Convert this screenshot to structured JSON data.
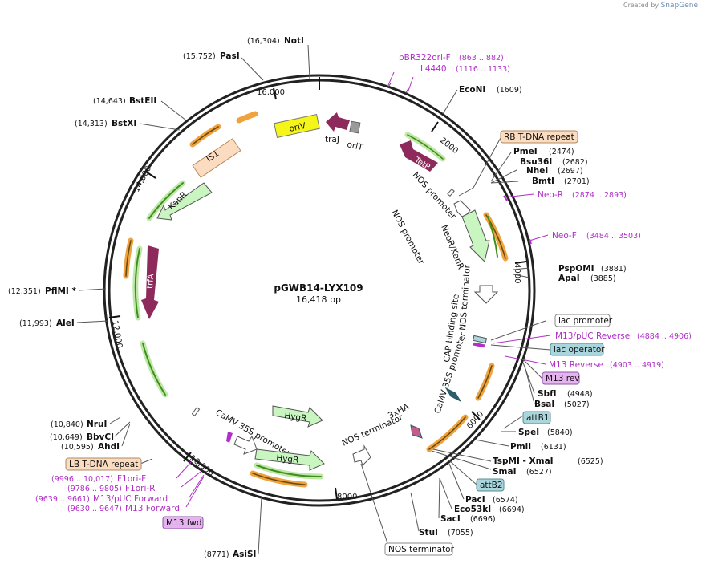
{
  "credit": {
    "prefix": "Created by",
    "brand": "SnapGene"
  },
  "plasmid": {
    "name": "pGWB14-LYX109",
    "size": "16,418 bp"
  },
  "ticks": [
    "16,000",
    "2000",
    "4000",
    "6000",
    "8000",
    "10,000",
    "12,000",
    "14,000"
  ],
  "enzymes": {
    "noti": {
      "name": "NotI",
      "pos": "(16,304)"
    },
    "pasi": {
      "name": "PasI",
      "pos": "(15,752)"
    },
    "bstEII": {
      "name": "BstEII",
      "pos": "(14,643)"
    },
    "bstXI": {
      "name": "BstXI",
      "pos": "(14,313)"
    },
    "ecoNI": {
      "name": "EcoNI",
      "pos": "(1609)"
    },
    "pmeI": {
      "name": "PmeI",
      "pos": "(2474)"
    },
    "bsu36I": {
      "name": "Bsu36I",
      "pos": "(2682)"
    },
    "nheI": {
      "name": "NheI",
      "pos": "(2697)"
    },
    "bmtI": {
      "name": "BmtI",
      "pos": "(2701)"
    },
    "pspOMI": {
      "name": "PspOMI",
      "pos": "(3881)"
    },
    "apaI": {
      "name": "ApaI",
      "pos": "(3885)"
    },
    "pflMI": {
      "name": "PflMI *",
      "pos": "(12,351)"
    },
    "aleI": {
      "name": "AleI",
      "pos": "(11,993)"
    },
    "sbfI": {
      "name": "SbfI",
      "pos": "(4948)"
    },
    "bsaI": {
      "name": "BsaI",
      "pos": "(5027)"
    },
    "speI": {
      "name": "SpeI",
      "pos": "(5840)"
    },
    "pmlI": {
      "name": "PmlI",
      "pos": "(6131)"
    },
    "tspMI": {
      "name": "TspMI  - XmaI",
      "pos": "(6525)"
    },
    "smaI": {
      "name": "SmaI",
      "pos": "(6527)"
    },
    "pacI": {
      "name": "PacI",
      "pos": "(6574)"
    },
    "eco53kI": {
      "name": "Eco53kI",
      "pos": "(6694)"
    },
    "sacI": {
      "name": "SacI",
      "pos": "(6696)"
    },
    "stuI": {
      "name": "StuI",
      "pos": "(7055)"
    },
    "asiSI": {
      "name": "AsiSI",
      "pos": "(8771)"
    },
    "nruI": {
      "name": "NruI",
      "pos": "(10,840)"
    },
    "bbvCI": {
      "name": "BbvCI",
      "pos": "(10,649)"
    },
    "ahdI": {
      "name": "AhdI",
      "pos": "(10,595)"
    }
  },
  "primers": {
    "pbr322": {
      "name": "pBR322ori-F",
      "pos": "(863 .. 882)"
    },
    "l4440": {
      "name": "L4440",
      "pos": "(1116 .. 1133)"
    },
    "neoR": {
      "name": "Neo-R",
      "pos": "(2874 .. 2893)"
    },
    "neoF": {
      "name": "Neo-F",
      "pos": "(3484 .. 3503)"
    },
    "m13puc": {
      "name": "M13/pUC Reverse",
      "pos": "(4884 .. 4906)"
    },
    "m13rev": {
      "name": "M13 Reverse",
      "pos": "(4903 .. 4919)"
    },
    "f1oriF": {
      "name": "F1ori-F",
      "pos": "(9996 .. 10,017)"
    },
    "f1oriR": {
      "name": "F1ori-R",
      "pos": "(9786 .. 9805)"
    },
    "m13pucF": {
      "name": "M13/pUC Forward",
      "pos": "(9639 .. 9661)"
    },
    "m13fwd": {
      "name": "M13 Forward",
      "pos": "(9630 .. 9647)"
    }
  },
  "boxes": {
    "rb": "RB T-DNA repeat",
    "lb": "LB T-DNA repeat",
    "lacPromoter": "lac promoter",
    "lacOperator": "lac operator",
    "m13revBox": "M13 rev",
    "m13fwdBox": "M13 fwd",
    "attB1": "attB1",
    "attB2": "attB2",
    "nosTermBox": "NOS terminator"
  },
  "features": {
    "oriV": "oriV",
    "traJ": "traJ",
    "oriT": "oriT",
    "tetR": "TetR",
    "nosPromoter1": "NOS promoter",
    "nosPromoter2": "NOS promoter",
    "neoR": "NeoR/KanR",
    "nosTerm1": "NOS terminator",
    "capSite": "CAP binding site",
    "camv1": "CaMV 35S promoter",
    "ha": "3xHA",
    "nosTerm2": "NOS terminator",
    "camv2": "CaMV 35S promoter",
    "hygR1": "HygR",
    "hygR2": "HygR",
    "trfA": "trfA",
    "kanR": "KanR",
    "is1": "IS1"
  },
  "colors": {
    "backbone": "#222222",
    "primer": "#b02fc7",
    "orange": "#f0a33c",
    "green": "#3f8f1c",
    "lightGreen": "#c8f5c0",
    "maroon": "#8e2a5b",
    "yellow": "#f5f51a",
    "peach": "#fbdcc0",
    "blueBox": "#a8d6dc",
    "violetBox": "#e6b3f0"
  }
}
